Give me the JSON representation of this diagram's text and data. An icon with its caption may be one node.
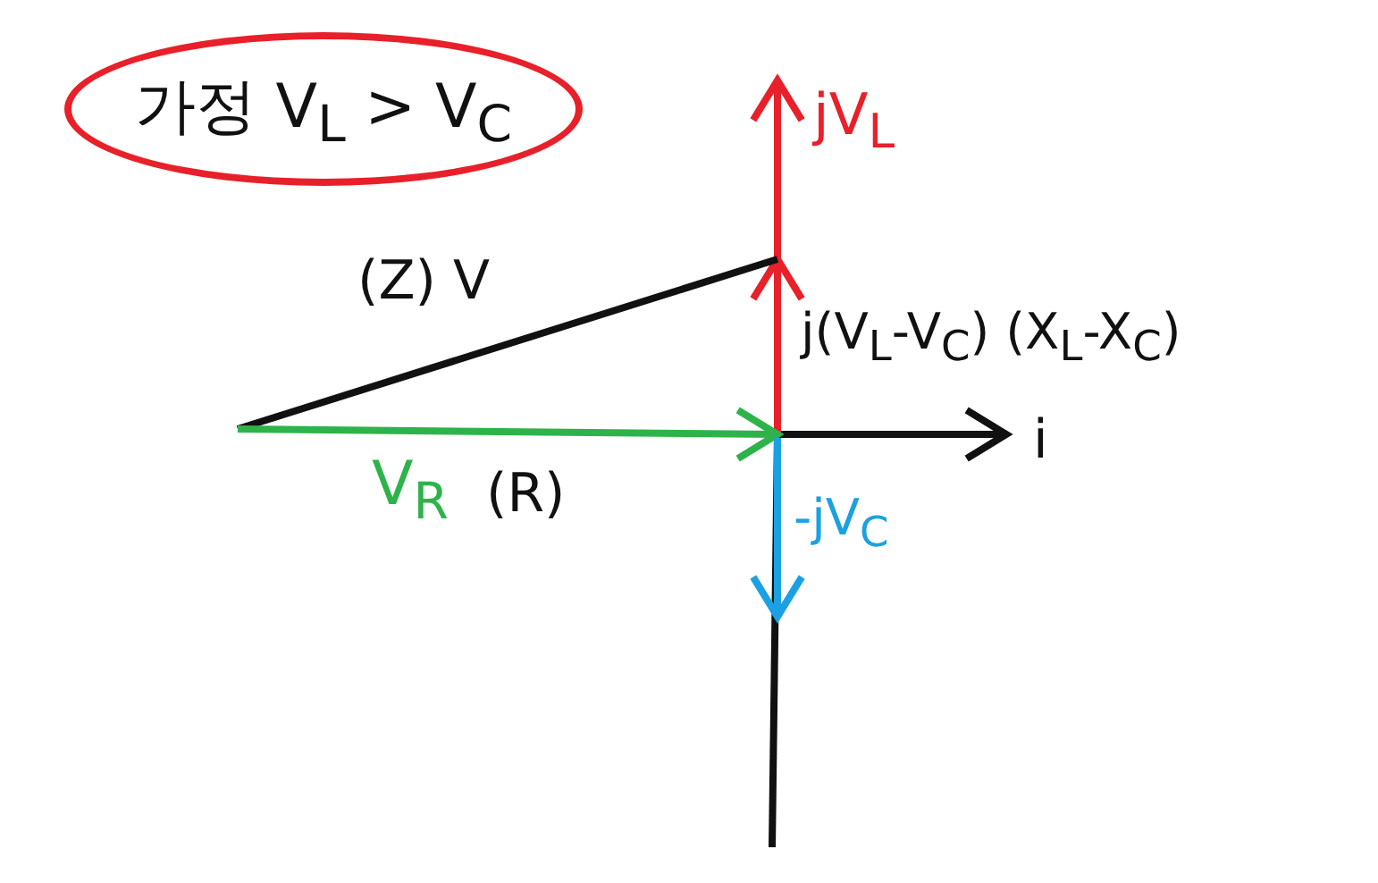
{
  "diagram": {
    "nodes": [
      {
        "text": [
          "가정 V$_{L}$ > V$_{C}$"
        ]
      }
    ],
    "labels": [
      "jV$_{L}$",
      "(Z) V",
      "j(V$_{L}$-V$_{C}$) (X$_{L}$-X$_{C}$)",
      "i",
      "V$_{R}$",
      "(R)",
      "-jV$_{C}$"
    ]
  }
}
